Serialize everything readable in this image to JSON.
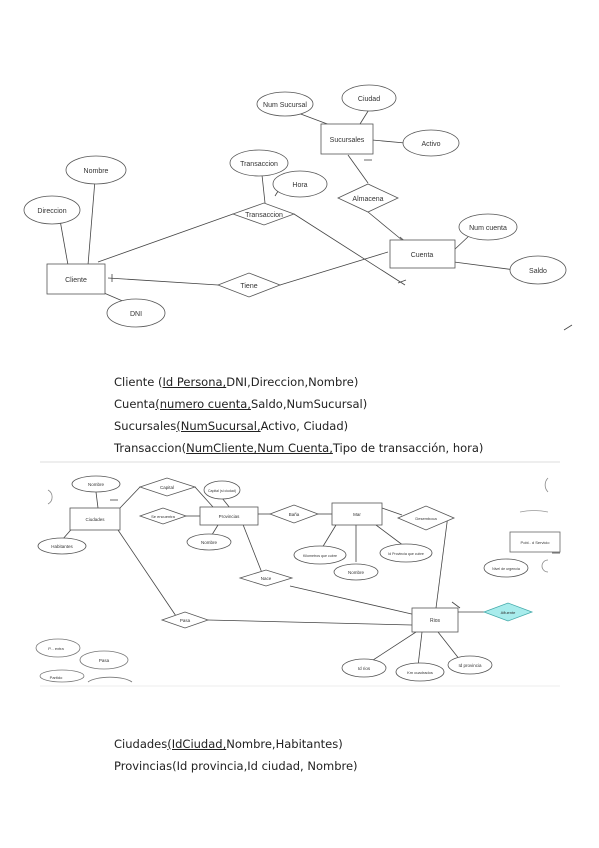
{
  "diagram1": {
    "entities": {
      "sucursales": "Sucursales",
      "cliente": "Cliente",
      "cuenta": "Cuenta"
    },
    "relationships": {
      "transaccion": "Transaccion",
      "tiene": "Tiene",
      "almacena": "Almacena"
    },
    "attributes": {
      "num_sucursal": "Num Sucursal",
      "ciudad": "Ciudad",
      "activo": "Activo",
      "transaccion": "Transaccion",
      "hora": "Hora",
      "nombre": "Nombre",
      "direccion": "Direccion",
      "dni": "DNI",
      "num_cuenta": "Num cuenta",
      "saldo": "Saldo"
    }
  },
  "schema1": {
    "cliente": {
      "prefix": "Cliente (",
      "key": "Id Persona,",
      "rest": "DNI,Direccion,Nombre)"
    },
    "cuenta": {
      "prefix": "Cuenta",
      "key": "(numero cuenta,",
      "rest": "Saldo,NumSucursal)"
    },
    "sucursales": {
      "prefix": "Sucursales",
      "key": "(NumSucursal,",
      "rest": "Activo, Ciudad)"
    },
    "transaccion": {
      "prefix": "Transaccion(",
      "key": "NumCliente,Num Cuenta,",
      "rest": "Tipo de transacción, hora)"
    }
  },
  "diagram2": {
    "entities": {
      "ciudades": "Ciudades",
      "provincias": "Provincias",
      "mar": "Mar",
      "rios": "Rios",
      "poblacion_servicio": "Pobl.. d Servicio"
    },
    "relationships": {
      "capital": "Capital",
      "se_encuentra": "Se encuentra",
      "baña": "Baña",
      "desemboca": "Desemboca",
      "nace": "Nace",
      "pasa": "Pasa",
      "afluente": "Afluente"
    },
    "attributes": {
      "nombre_ciudad": "Nombre",
      "capital_ciudad": "Capital (si ciudad)",
      "habitantes": "Habitantes",
      "nombre_provincia": "Nombre",
      "km_costa": "Kilometros que cubre",
      "nombre_mar": "Nombre",
      "id_provincia_cubre": "Id Provincia que cubre",
      "id_rio": "Id rios",
      "km_cuadrados": "Km cuadrados",
      "id_provincia": "Id provincia",
      "nivel_urgencia": "Nivel de urgencia",
      "p_extra": "P... extra",
      "pasa_attr": "Pasa",
      "part": "Partido"
    }
  },
  "schema2": {
    "ciudades": {
      "prefix": "Ciudades",
      "key": "(IdCiudad,",
      "rest": "Nombre,Habitantes)"
    },
    "provincias": {
      "text": "Provincias(Id provincia,Id ciudad, Nombre)"
    }
  }
}
